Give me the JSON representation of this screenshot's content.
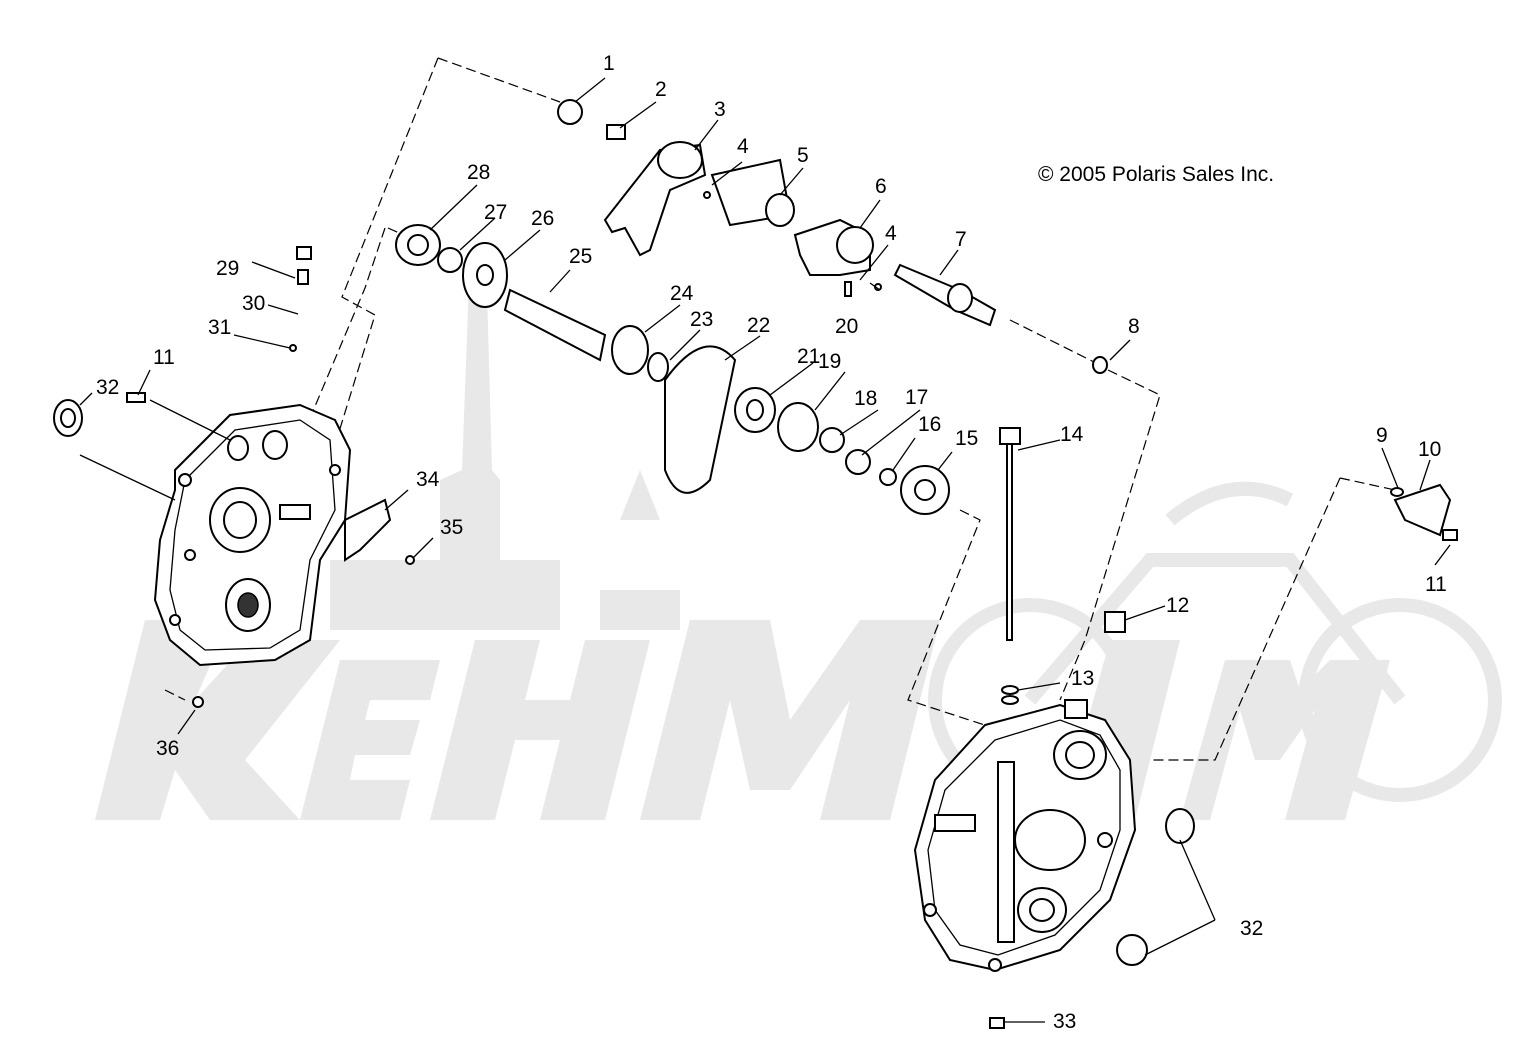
{
  "copyright": "© 2005 Polaris Sales Inc.",
  "callouts": [
    {
      "id": "c1",
      "label": "1"
    },
    {
      "id": "c2",
      "label": "2"
    },
    {
      "id": "c3",
      "label": "3"
    },
    {
      "id": "c4a",
      "label": "4"
    },
    {
      "id": "c4b",
      "label": "4"
    },
    {
      "id": "c5",
      "label": "5"
    },
    {
      "id": "c6",
      "label": "6"
    },
    {
      "id": "c7",
      "label": "7"
    },
    {
      "id": "c8",
      "label": "8"
    },
    {
      "id": "c9",
      "label": "9"
    },
    {
      "id": "c10",
      "label": "10"
    },
    {
      "id": "c11a",
      "label": "11"
    },
    {
      "id": "c11b",
      "label": "11"
    },
    {
      "id": "c12",
      "label": "12"
    },
    {
      "id": "c13",
      "label": "13"
    },
    {
      "id": "c14",
      "label": "14"
    },
    {
      "id": "c15",
      "label": "15"
    },
    {
      "id": "c16",
      "label": "16"
    },
    {
      "id": "c17",
      "label": "17"
    },
    {
      "id": "c18",
      "label": "18"
    },
    {
      "id": "c19",
      "label": "19"
    },
    {
      "id": "c20",
      "label": "20"
    },
    {
      "id": "c21",
      "label": "21"
    },
    {
      "id": "c22",
      "label": "22"
    },
    {
      "id": "c23",
      "label": "23"
    },
    {
      "id": "c24",
      "label": "24"
    },
    {
      "id": "c25",
      "label": "25"
    },
    {
      "id": "c26",
      "label": "26"
    },
    {
      "id": "c27",
      "label": "27"
    },
    {
      "id": "c28",
      "label": "28"
    },
    {
      "id": "c29",
      "label": "29"
    },
    {
      "id": "c30",
      "label": "30"
    },
    {
      "id": "c31",
      "label": "31"
    },
    {
      "id": "c32a",
      "label": "32"
    },
    {
      "id": "c32b",
      "label": "32"
    },
    {
      "id": "c33",
      "label": "33"
    },
    {
      "id": "c34",
      "label": "34"
    },
    {
      "id": "c35",
      "label": "35"
    },
    {
      "id": "c36",
      "label": "36"
    }
  ]
}
